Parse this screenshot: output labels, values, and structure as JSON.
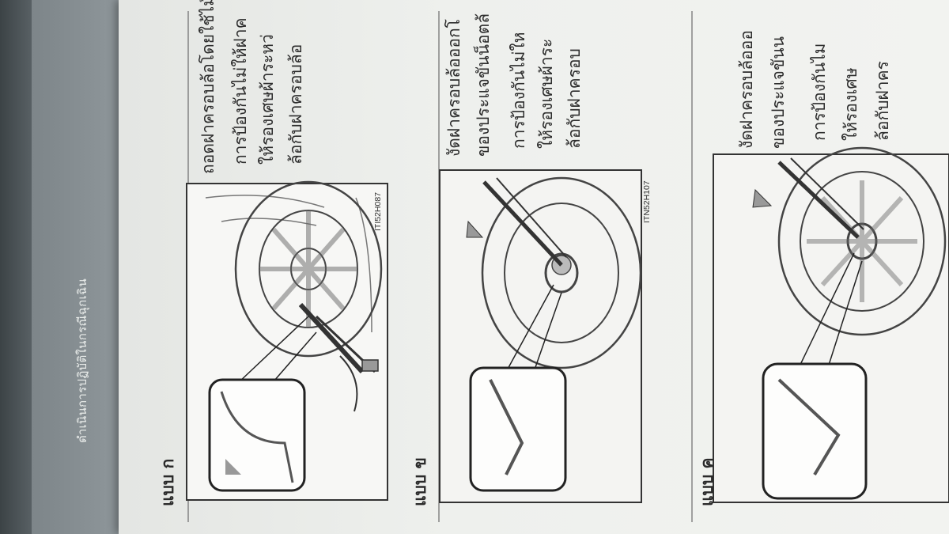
{
  "header": {
    "title": "ดำเนินการปฏิบัติในกรณีฉุกเฉิน"
  },
  "sections": [
    {
      "label": "แบบ ก",
      "figure_code": "ITI52H087",
      "instructions": [
        "ถอดฝาครอบล้อโดยใช้ไม้",
        "การป้องกันไม่ให้ฝาค",
        "ให้รองเศษผ้าระหว่",
        "ล้อกับฝาครอบล้อ"
      ]
    },
    {
      "label": "แบบ ข",
      "figure_code": "ITN52H107",
      "instructions": [
        "งัดฝาครอบล้อออกโ",
        "ของประแจขันน็อตล้",
        "การป้องกันไม่ให",
        "ให้รองเศษผ้าระ",
        "ล้อกับฝาครอบ"
      ]
    },
    {
      "label": "แบบ ค",
      "figure_code": "",
      "instructions": [
        "งัดฝาครอบล้อออ",
        "ของประแจขันน",
        "การป้องกันไม",
        "ให้รองเศษ",
        "ล้อกับฝาคร"
      ]
    }
  ]
}
